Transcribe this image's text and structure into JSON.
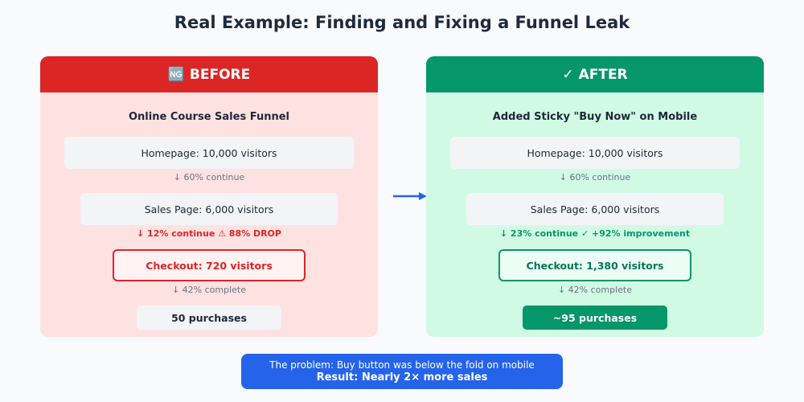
{
  "title": "Real Example: Finding and Fixing a Funnel Leak",
  "before": {
    "header_icon": "🆖",
    "header_label": "BEFORE",
    "subtitle": "Online Course Sales Funnel",
    "stage_1": "Homepage: 10,000 visitors",
    "conv_1": "↓ 60% continue",
    "stage_2": "Sales Page: 6,000 visitors",
    "conv_2": "↓ 12% continue ⚠ 88% DROP",
    "stage_3": "Checkout: 720 visitors",
    "conv_3": "↓ 42% complete",
    "stage_4": "50 purchases",
    "color": "#dc2626"
  },
  "after": {
    "header_icon": "✓",
    "header_label": "AFTER",
    "subtitle": "Added Sticky \"Buy Now\" on Mobile",
    "stage_1": "Homepage: 10,000 visitors",
    "conv_1": "↓ 60% continue",
    "stage_2": "Sales Page: 6,000 visitors",
    "conv_2": "↓ 23% continue ✓ +92% improvement",
    "stage_3": "Checkout: 1,380 visitors",
    "conv_3": "↓ 42% complete",
    "stage_4": "~95 purchases",
    "color": "#059669"
  },
  "arrow_icon": "arrow-right-icon",
  "footer": {
    "problem": "The problem: Buy button was below the fold on mobile",
    "result": "Result: Nearly 2× more sales",
    "color": "#2563eb"
  }
}
